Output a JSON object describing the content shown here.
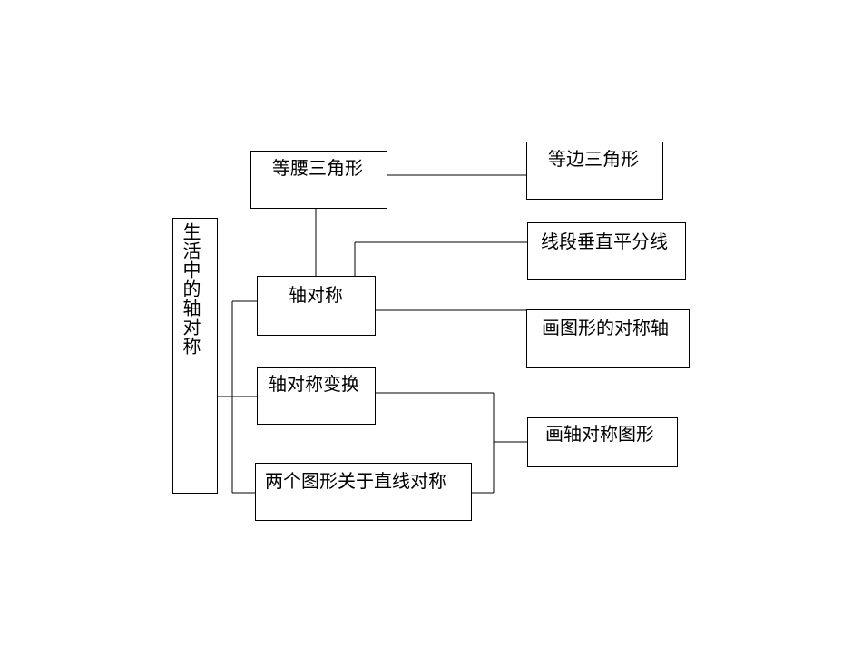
{
  "nodes": {
    "root": "生活中的轴对称",
    "isosceles_triangle": "等腰三角形",
    "equilateral_triangle": "等边三角形",
    "perpendicular_bisector": "线段垂直平分线",
    "axial_symmetry": "轴对称",
    "draw_symmetry_axis": "画图形的对称轴",
    "axial_transform": "轴对称变换",
    "draw_symmetric_figure": "画轴对称图形",
    "two_figures_symmetric": "两个图形关于直线对称"
  }
}
